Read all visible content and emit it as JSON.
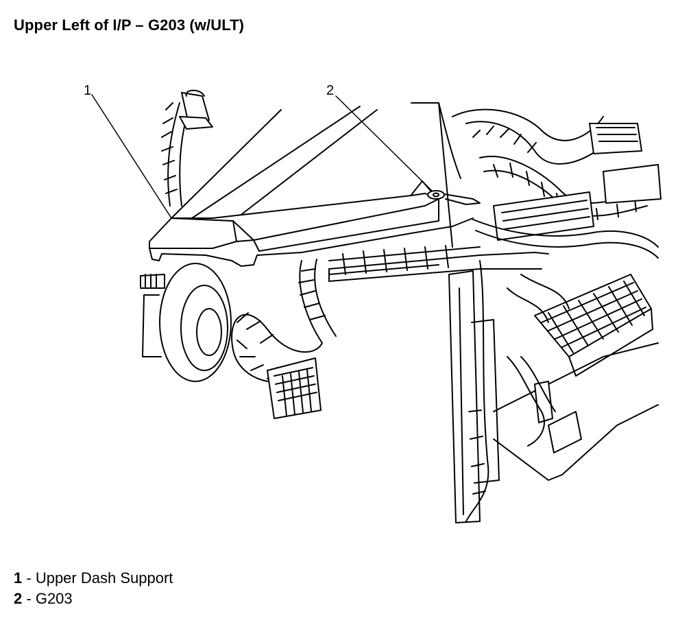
{
  "title": "Upper Left of I/P – G203 (w/ULT)",
  "callouts": [
    {
      "number": "1",
      "label": "Upper Dash Support"
    },
    {
      "number": "2",
      "label": "G203"
    }
  ],
  "legend_separator": "-",
  "colors": {
    "line": "#000000",
    "background": "#ffffff"
  }
}
